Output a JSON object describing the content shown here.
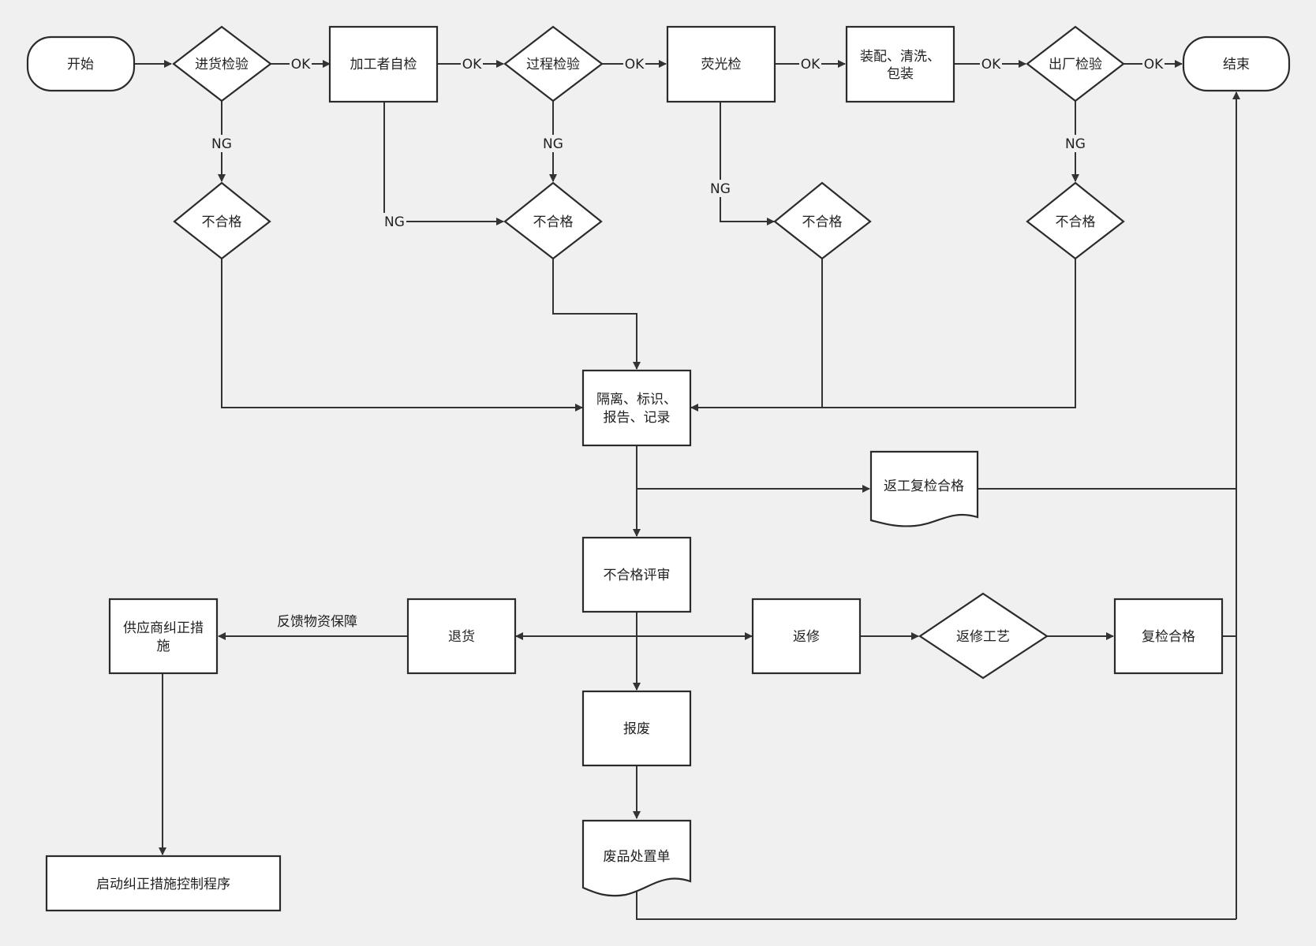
{
  "colors": {
    "background": "#f0f0f0",
    "shape_fill": "#ffffff",
    "stroke": "#2b2b2b",
    "text": "#222222"
  },
  "nodes": {
    "start": "开始",
    "incoming_inspection": "进货检验",
    "operator_self_check": "加工者自检",
    "process_inspection": "过程检验",
    "fluorescent_inspection": "荧光检",
    "assembly_line1": "装配、清洗、",
    "assembly_line2": "包装",
    "outgoing_inspection": "出厂检验",
    "end": "结束",
    "nonconforming_1": "不合格",
    "nonconforming_2": "不合格",
    "nonconforming_3": "不合格",
    "nonconforming_4": "不合格",
    "isolate_line1": "隔离、标识、",
    "isolate_line2": "报告、记录",
    "rework_recheck_pass": "返工复检合格",
    "nonconforming_review": "不合格评审",
    "return_goods": "退货",
    "supplier_action_line1": "供应商纠正措",
    "supplier_action_line2": "施",
    "repair": "返修",
    "repair_process": "返修工艺",
    "recheck_pass": "复检合格",
    "scrap": "报废",
    "scrap_disposal_form": "废品处置单",
    "start_corrective_procedure": "启动纠正措施控制程序"
  },
  "edge_labels": {
    "ok": "OK",
    "ng": "NG",
    "feedback_supplies": "反馈物资保障"
  }
}
